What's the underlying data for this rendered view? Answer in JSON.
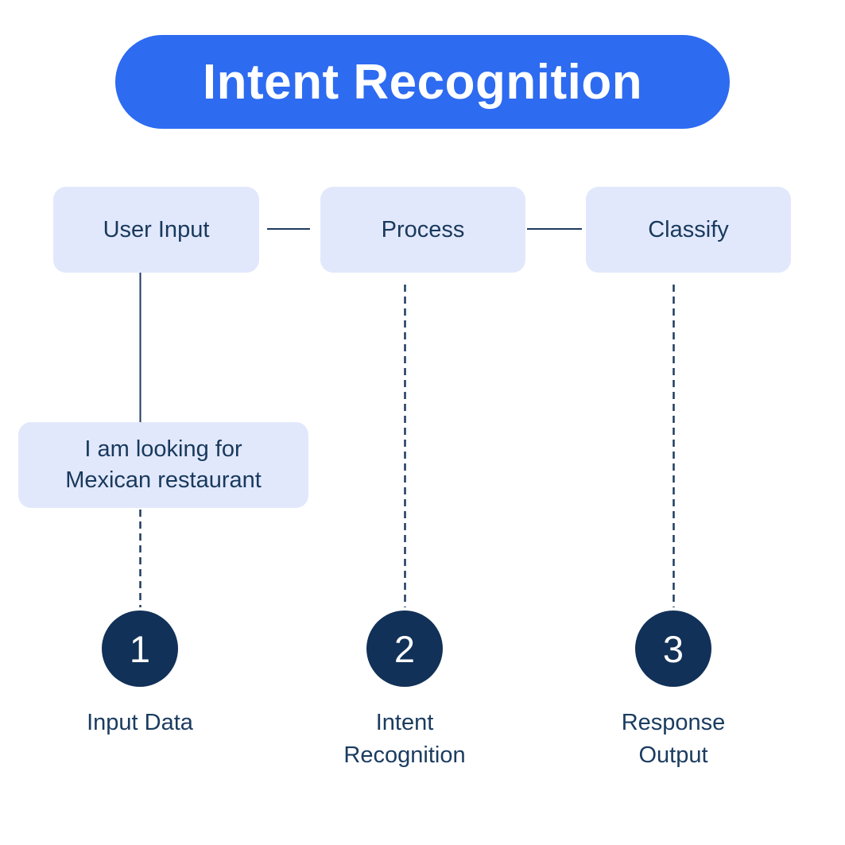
{
  "header": {
    "title": "Intent Recognition"
  },
  "flow": {
    "boxes": [
      {
        "label": "User Input"
      },
      {
        "label": "Process"
      },
      {
        "label": "Classify"
      }
    ]
  },
  "example": {
    "text": "I am looking for\nMexican restaurant"
  },
  "steps": [
    {
      "number": "1",
      "label": "Input Data"
    },
    {
      "number": "2",
      "label": "Intent\nRecognition"
    },
    {
      "number": "3",
      "label": "Response\nOutput"
    }
  ],
  "colors": {
    "accent_blue": "#2d6bf1",
    "box_background": "#e2e8fc",
    "circle_navy": "#113158",
    "text_navy": "#18395c",
    "line_navy": "#1e3a5f",
    "title_text": "#ffffff"
  }
}
